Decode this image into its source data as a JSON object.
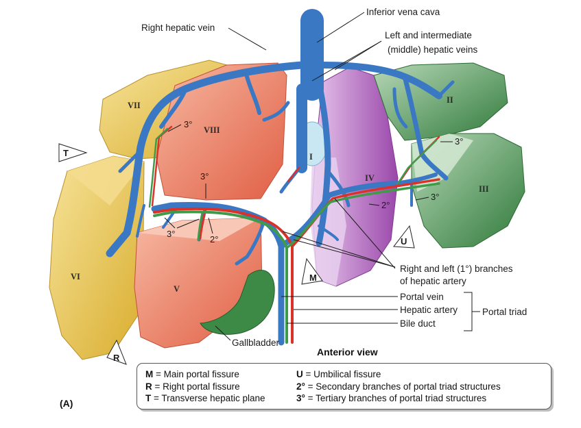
{
  "labels": {
    "right_hepatic_vein": "Right hepatic vein",
    "inferior_vena_cava": "Inferior vena cava",
    "left_intermediate_line1": "Left and intermediate",
    "left_intermediate_line2": "(middle) hepatic veins",
    "branches_line1": "Right and left (1°) branches",
    "branches_line2": "of hepatic artery",
    "portal_vein": "Portal vein",
    "hepatic_artery": "Hepatic artery",
    "bile_duct": "Bile duct",
    "portal_triad": "Portal triad",
    "gallbladder": "Gallbladder"
  },
  "segments": {
    "I": "I",
    "II": "II",
    "III": "III",
    "IV": "IV",
    "V": "V",
    "VI": "VI",
    "VII": "VII",
    "VIII": "VIII"
  },
  "order_marks": {
    "tertiary": "3°",
    "secondary": "2°"
  },
  "fissure_marks": {
    "T": "T",
    "R": "R",
    "M": "M",
    "U": "U"
  },
  "view_title": "Anterior view",
  "figure_label": "(A)",
  "legend": {
    "left": [
      {
        "key": "M",
        "text": " = Main portal fissure"
      },
      {
        "key": "R",
        "text": " = Right portal fissure"
      },
      {
        "key": "T",
        "text": " = Transverse hepatic plane"
      }
    ],
    "right": [
      {
        "key": "U",
        "text": " = Umbilical fissure"
      },
      {
        "key": "2°",
        "text": " = Secondary branches of portal triad structures"
      },
      {
        "key": "3°",
        "text": " = Tertiary branches of portal triad structures"
      }
    ]
  },
  "colors": {
    "vein_blue": "#3a78c4",
    "artery_red": "#d8322b",
    "bile_green": "#3f9a4a",
    "segment_yellow": "#e6c247",
    "segment_salmon": "#e9765a",
    "segment_purple": "#a65bb4",
    "segment_green": "#3f8a4a"
  }
}
